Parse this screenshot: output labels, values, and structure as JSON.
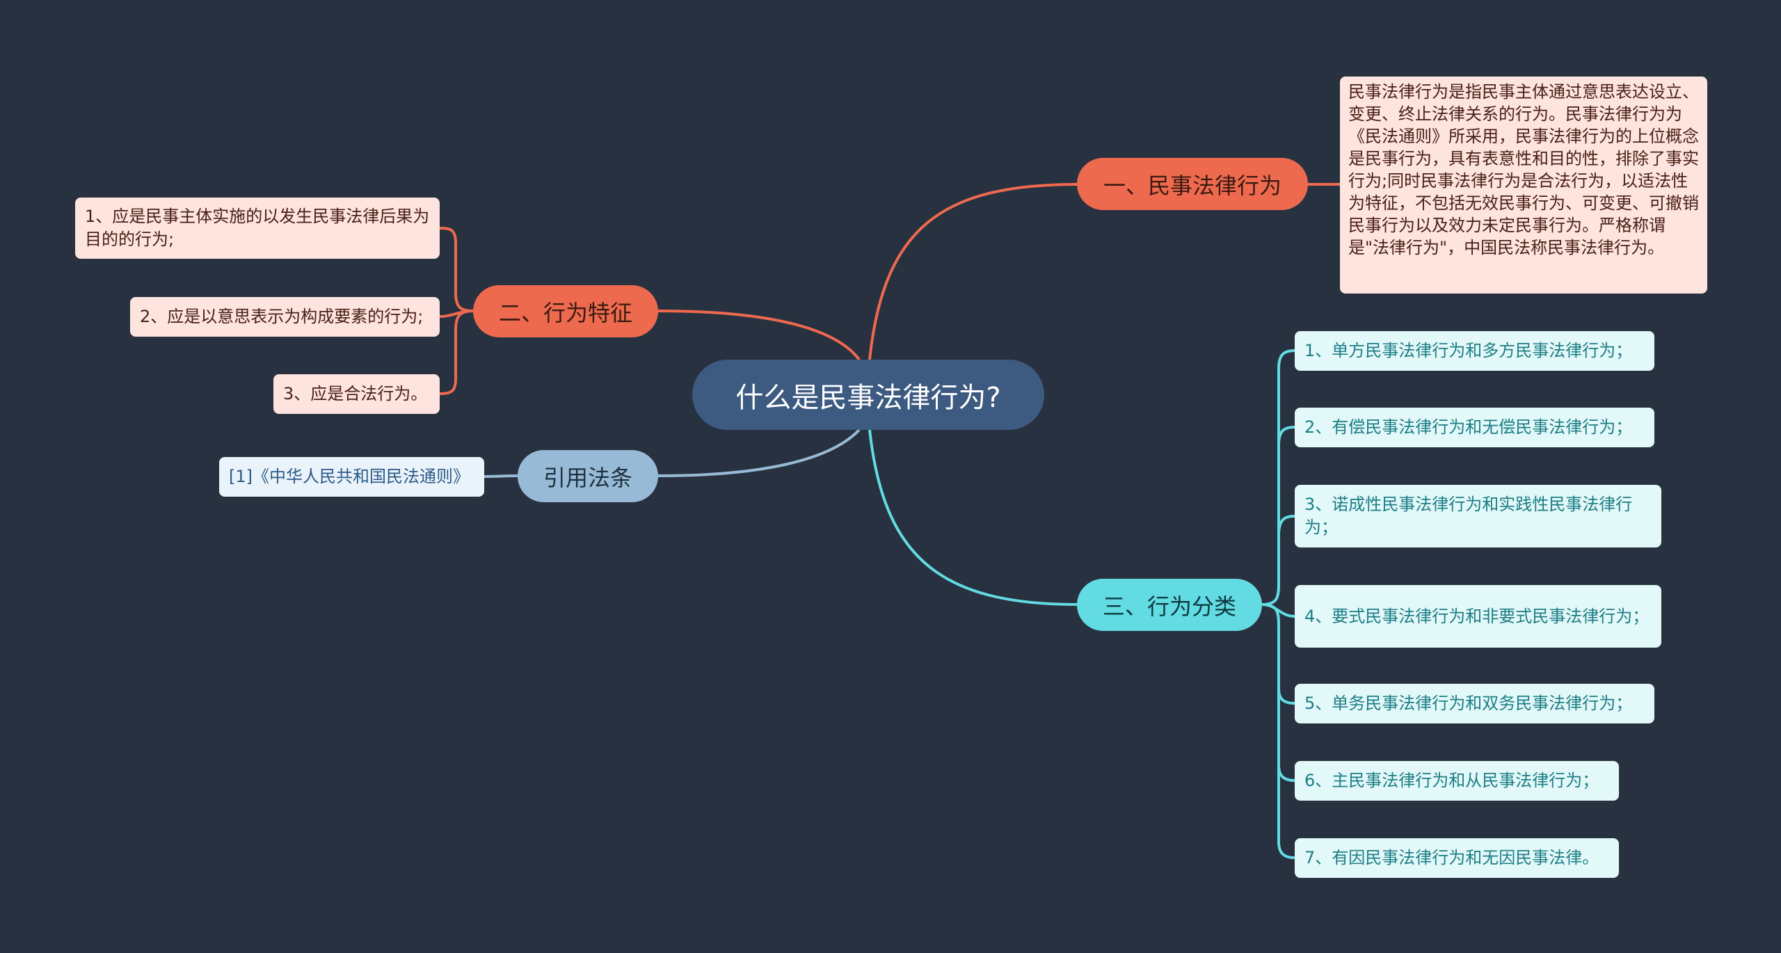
{
  "root": {
    "label": "什么是民事法律行为?"
  },
  "branches": [
    {
      "label": "一、民事法律行为",
      "color": "#ee6a4e",
      "children": [
        "民事法律行为是指民事主体通过意思表达设立、变更、终止法律关系的行为。民事法律行为为《民法通则》所采用，民事法律行为的上位概念是民事行为，具有表意性和目的性，排除了事实行为;同时民事法律行为是合法行为，以适法性为特征，不包括无效民事行为、可变更、可撤销民事行为以及效力未定民事行为。严格称谓是\"法律行为\"，中国民法称民事法律行为。"
      ]
    },
    {
      "label": "二、行为特征",
      "color": "#ee6a4e",
      "children": [
        "1、应是民事主体实施的以发生民事法律后果为目的的行为;",
        "2、应是以意思表示为构成要素的行为;",
        "3、应是合法行为。"
      ]
    },
    {
      "label": "引用法条",
      "color": "#97bbd6",
      "children": [
        "[1]《中华人民共和国民法通则》"
      ]
    },
    {
      "label": "三、行为分类",
      "color": "#62dbe2",
      "children": [
        "1、单方民事法律行为和多方民事法律行为；",
        "2、有偿民事法律行为和无偿民事法律行为；",
        "3、诺成性民事法律行为和实践性民事法律行为；",
        "4、要式民事法律行为和非要式民事法律行为；",
        "5、单务民事法律行为和双务民事法律行为；",
        "6、主民事法律行为和从民事法律行为；",
        "7、有因民事法律行为和无因民事法律。"
      ]
    }
  ],
  "colors": {
    "background": "#283140",
    "root": "#3d5a80",
    "red_branch": "#ee6a4e",
    "blue_branch": "#97bbd6",
    "teal_branch": "#62dbe2"
  }
}
